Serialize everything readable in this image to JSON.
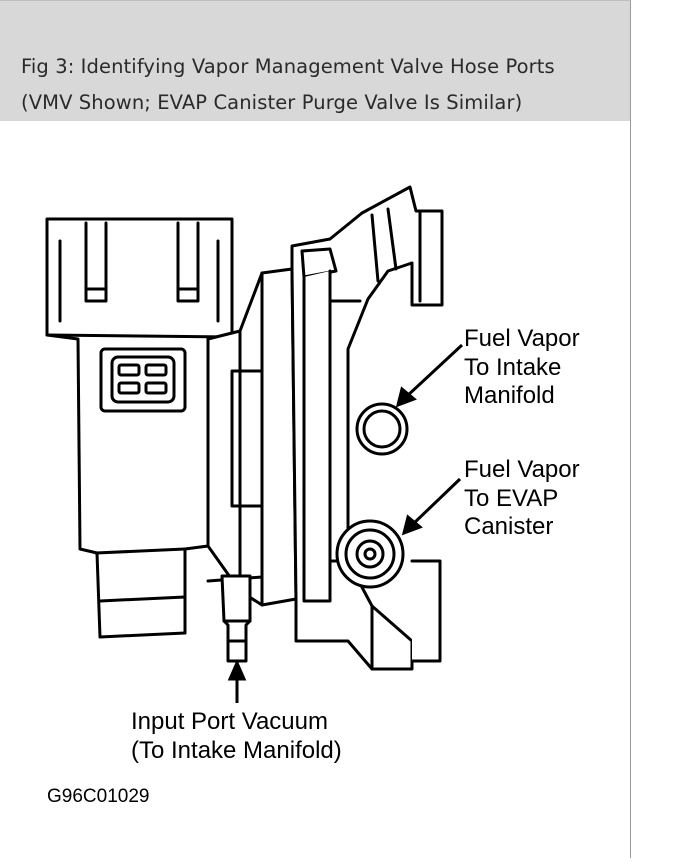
{
  "caption": {
    "line1": "Fig 3: Identifying Vapor Management Valve Hose Ports",
    "line2": "(VMV Shown; EVAP Canister Purge Valve Is Similar)"
  },
  "diagram": {
    "labels": {
      "port_intake_manifold": [
        "Fuel Vapor",
        "To Intake",
        "Manifold"
      ],
      "port_evap_canister": [
        "Fuel Vapor",
        "To EVAP",
        "Canister"
      ],
      "input_port": [
        "Input Port Vacuum",
        "(To Intake Manifold)"
      ]
    },
    "figure_code": "G96C01029"
  }
}
